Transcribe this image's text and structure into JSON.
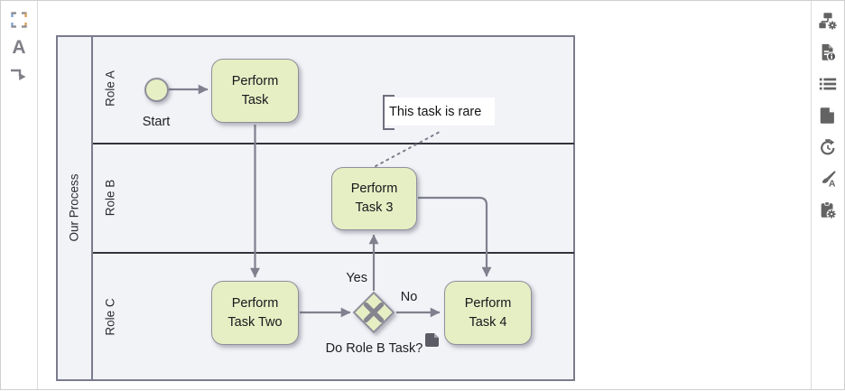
{
  "left_toolbar": {
    "icons": [
      {
        "name": "fit-view",
        "label": ""
      },
      {
        "name": "text-tool",
        "label": "A"
      },
      {
        "name": "connector-tool",
        "label": ""
      }
    ]
  },
  "right_toolbar": {
    "icons": [
      {
        "name": "diagram-settings"
      },
      {
        "name": "document-info"
      },
      {
        "name": "list-view"
      },
      {
        "name": "page"
      },
      {
        "name": "history"
      },
      {
        "name": "text-style",
        "letter": "A"
      },
      {
        "name": "clipboard-settings"
      }
    ]
  },
  "diagram": {
    "pool": {
      "label": "Our Process",
      "lanes": [
        "Role A",
        "Role B",
        "Role C"
      ]
    },
    "start_event": {
      "label": "Start"
    },
    "tasks": [
      {
        "label": "Perform Task"
      },
      {
        "label": "Perform Task Two"
      },
      {
        "label": "Perform Task 3"
      },
      {
        "label": "Perform Task 4"
      }
    ],
    "gateway": {
      "label": "Do Role B Task?"
    },
    "flows": {
      "yes": "Yes",
      "no": "No"
    },
    "annotation": {
      "text": "This task is rare"
    }
  },
  "colors": {
    "task_fill": "#e6efc4",
    "task_border": "#8f8f9b",
    "flow": "#80808e",
    "pool_border": "#7b7b8c",
    "pool_fill": "#f1f3f7",
    "lane_divider": "#33333d",
    "annotation_bg": "#ffffff",
    "icon_gray": "#636363",
    "accent_blue": "#7fa3d8",
    "accent_orange": "#d9a05e"
  }
}
